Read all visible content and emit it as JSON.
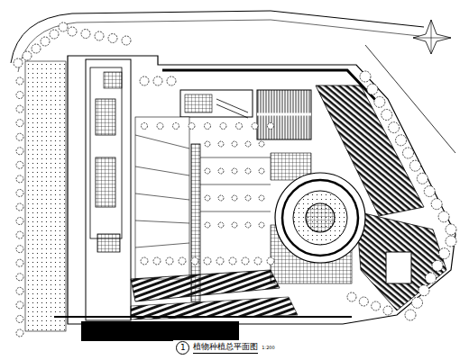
{
  "diagram": {
    "caption": "植物种植总平面图",
    "labels": [
      "1",
      "1:200"
    ]
  }
}
